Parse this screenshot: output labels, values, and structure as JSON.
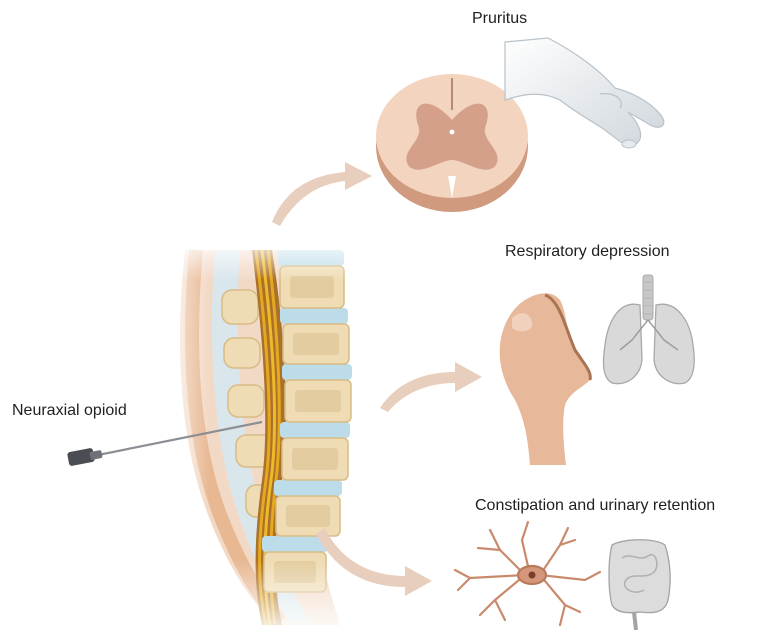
{
  "labels": {
    "pruritus": "Pruritus",
    "respiratory_depression": "Respiratory depression",
    "constipation": "Constipation and urinary retention",
    "neuraxial_opioid": "Neuraxial opioid"
  },
  "colors": {
    "arrow": "#e5c9b6",
    "spinal_tissue": "#e7b99a",
    "gray_matter": "#cf9a83",
    "vertebra": "#efdcb4",
    "disc": "#bcdcea",
    "nerve": "#d99a1f",
    "organ_gray": "#d4d4d4"
  }
}
